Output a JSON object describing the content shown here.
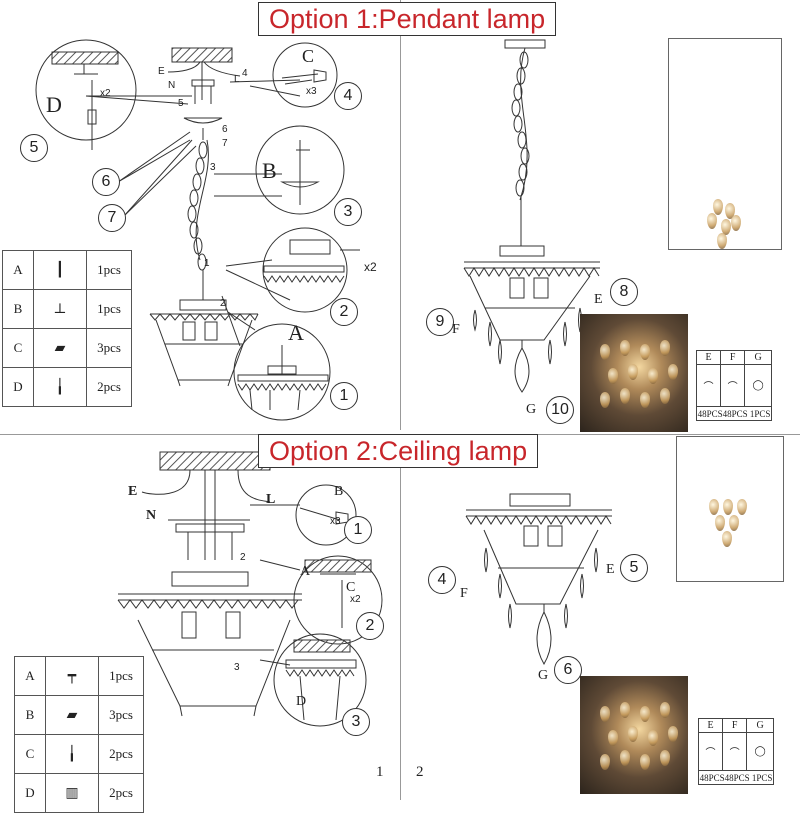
{
  "option1": {
    "title": "Option 1:Pendant lamp"
  },
  "option2": {
    "title": "Option 2:Ceiling lamp"
  },
  "parts1": [
    {
      "letter": "A",
      "qty": "1pcs",
      "icon": "rod-icon"
    },
    {
      "letter": "B",
      "qty": "1pcs",
      "icon": "canopy-hook-icon"
    },
    {
      "letter": "C",
      "qty": "3pcs",
      "icon": "wire-nut-icon"
    },
    {
      "letter": "D",
      "qty": "2pcs",
      "icon": "screw-icon"
    }
  ],
  "parts2": [
    {
      "letter": "A",
      "qty": "1pcs",
      "icon": "mounting-bar-icon"
    },
    {
      "letter": "B",
      "qty": "3pcs",
      "icon": "wire-nut-icon"
    },
    {
      "letter": "C",
      "qty": "2pcs",
      "icon": "screw-icon"
    },
    {
      "letter": "D",
      "qty": "2pcs",
      "icon": "nut-icon"
    }
  ],
  "legend1": {
    "headers": [
      "E",
      "F",
      "G"
    ],
    "counts": "48PCS48PCS 1PCS"
  },
  "legend2": {
    "headers": [
      "E",
      "F",
      "G"
    ],
    "counts": "48PCS48PCS 1PCS"
  },
  "callouts1": {
    "step1": "1",
    "step2": "2",
    "step3": "3",
    "step4": "4",
    "step5": "5",
    "step6": "6",
    "step7": "7",
    "step8": "8",
    "step9": "9",
    "step10": "10",
    "detail_A": "A",
    "detail_B": "B",
    "detail_C": "C",
    "detail_D": "D",
    "wire_E": "E",
    "wire_N": "N",
    "wire_L": "L",
    "x2a": "x2",
    "x2b": "x2",
    "x3": "x3",
    "num4": "4",
    "num5": "5",
    "num6": "6",
    "num7": "7",
    "num3": "3",
    "num2": "2",
    "num1": "1",
    "crystal_E": "E",
    "crystal_F": "F",
    "crystal_G": "G"
  },
  "callouts2": {
    "step1": "1",
    "step2": "2",
    "step3": "3",
    "step4": "4",
    "step5": "5",
    "step6": "6",
    "detail_A": "A",
    "detail_B": "B",
    "detail_C": "C",
    "detail_D": "D",
    "wire_E": "E",
    "wire_N": "N",
    "wire_L": "L",
    "x3": "x3",
    "x2": "x2",
    "num2": "2",
    "num3": "3",
    "crystal_E": "E",
    "crystal_F": "F",
    "crystal_G": "G"
  },
  "pages": {
    "left": "1",
    "right": "2"
  }
}
